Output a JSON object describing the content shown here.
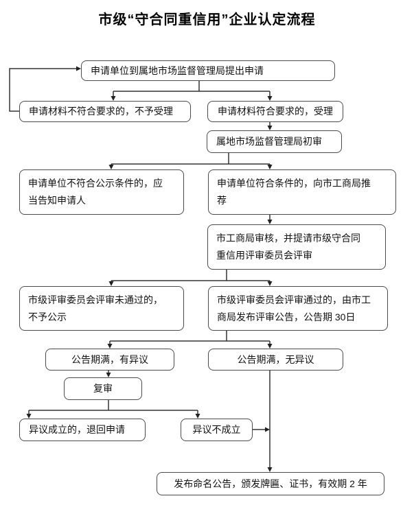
{
  "title": "市级“守合同重信用”企业认定流程",
  "colors": {
    "background": "#ffffff",
    "box_border": "#4a4a4a",
    "line": "#333333",
    "text": "#111111"
  },
  "flowchart": {
    "nodes": [
      {
        "id": "apply",
        "label": "申请单位到属地市场监督管理局提出申请"
      },
      {
        "id": "reject-materials",
        "label": "申请材料不符合要求的，不予受理"
      },
      {
        "id": "accept-materials",
        "label": "申请材料符合要求的，受理"
      },
      {
        "id": "initial-review",
        "label": "属地市场监督管理局初审"
      },
      {
        "id": "notify-unqualified",
        "label": "申请单位不符合公示条件的，应当告知申请人"
      },
      {
        "id": "recommend",
        "label": "申请单位符合条件的，向市工商局推荐"
      },
      {
        "id": "city-review",
        "label": "市工商局审核，并提请市级守合同重信用评审委员会评审"
      },
      {
        "id": "review-failed",
        "label": "市级评审委员会评审未通过的，不予公示"
      },
      {
        "id": "review-passed",
        "label": "市级评审委员会评审通过的，由市工商局发布评审公告，公告期 30日"
      },
      {
        "id": "objection",
        "label": "公告期满，有异议"
      },
      {
        "id": "no-objection",
        "label": "公告期满，无异议"
      },
      {
        "id": "recheck",
        "label": "复审"
      },
      {
        "id": "objection-valid",
        "label": "异议成立的，退回申请"
      },
      {
        "id": "objection-invalid",
        "label": "异议不成立"
      },
      {
        "id": "final",
        "label": "发布命名公告，颁发牌匾、证书，有效期 2 年"
      }
    ]
  }
}
